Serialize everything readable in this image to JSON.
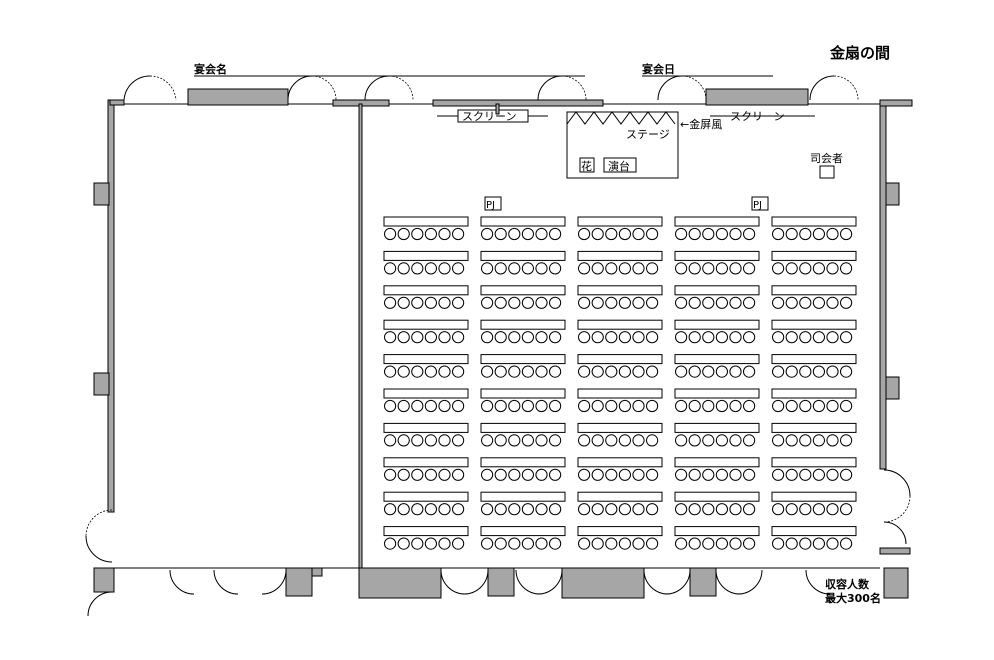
{
  "hall": {
    "name": "金扇の間",
    "banquet_name_label": "宴会名",
    "banquet_date_label": "宴会日",
    "capacity_label": "収容人数",
    "capacity_value": "最大300名"
  },
  "stage": {
    "screen_left_label": "スクリーン",
    "screen_right_label": "スクリーン",
    "stage_label": "ステージ",
    "gold_screen_label": "←金屏風",
    "flower_label": "花",
    "podium_label": "演台",
    "mc_label": "司会者",
    "projector_label": "PJ"
  },
  "layout": {
    "table_columns": 5,
    "table_rows": 10,
    "chairs_per_table": 6,
    "total_seats": 300
  }
}
